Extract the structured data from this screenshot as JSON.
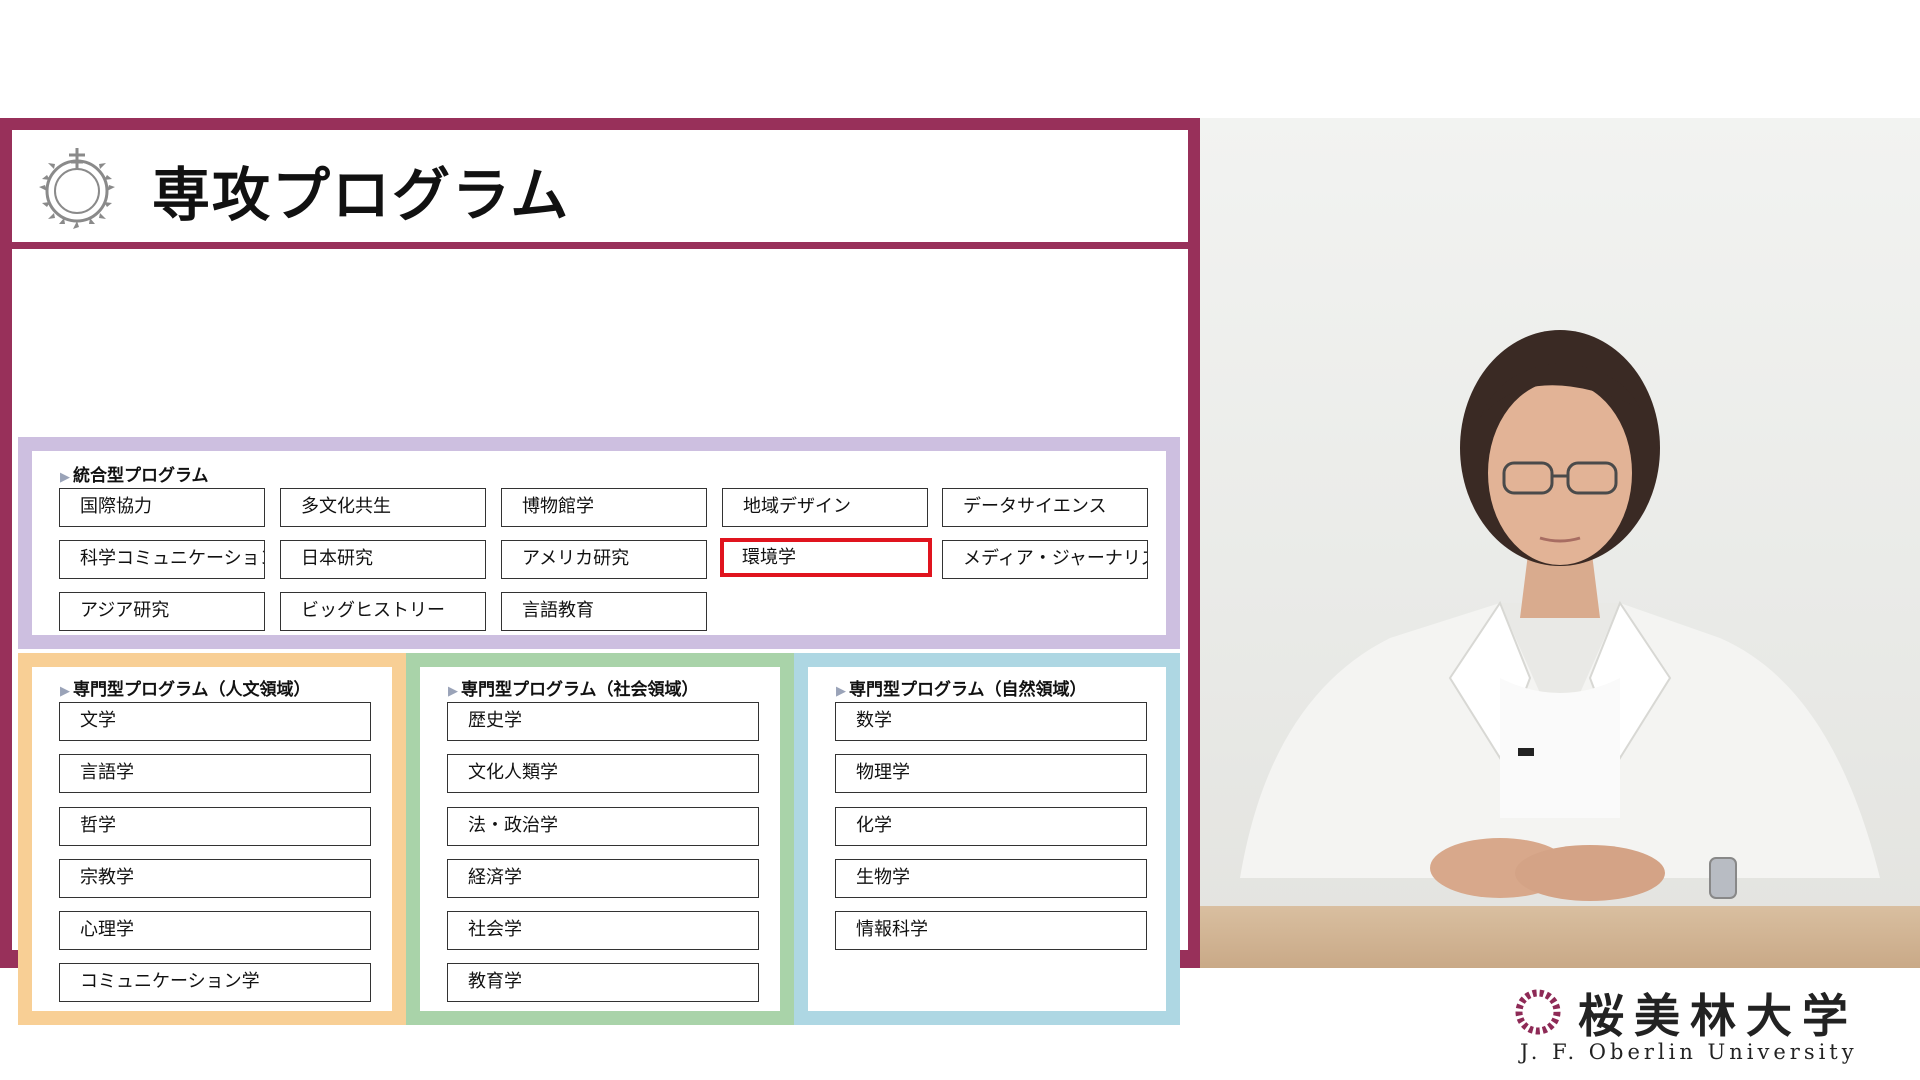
{
  "slide": {
    "title": "専攻プログラム",
    "groups": {
      "integrated": {
        "title": "統合型プログラム",
        "color": "#cdbfe0",
        "programs": [
          "国際協力",
          "多文化共生",
          "博物館学",
          "地域デザイン",
          "データサイエンス",
          "科学コミュニケーション",
          "日本研究",
          "アメリカ研究",
          "環境学",
          "メディア・ジャーナリズム",
          "アジア研究",
          "ビッグヒストリー",
          "言語教育"
        ],
        "selected": "環境学"
      },
      "humanities": {
        "title": "専門型プログラム（人文領域）",
        "color": "#f8cf95",
        "programs": [
          "文学",
          "言語学",
          "哲学",
          "宗教学",
          "心理学",
          "コミュニケーション学"
        ]
      },
      "social": {
        "title": "専門型プログラム（社会領域）",
        "color": "#a9d3a9",
        "programs": [
          "歴史学",
          "文化人類学",
          "法・政治学",
          "経済学",
          "社会学",
          "教育学"
        ]
      },
      "natural": {
        "title": "専門型プログラム（自然領域）",
        "color": "#aed7e3",
        "programs": [
          "数学",
          "物理学",
          "化学",
          "生物学",
          "情報科学"
        ]
      }
    },
    "frame_color": "#98305a",
    "selected_color": "#e0141e"
  },
  "university": {
    "name": "桜美林大学",
    "name_en": "J. F. Oberlin University",
    "brand_color": "#8e2a56"
  },
  "icons": [
    "wreath-logo-icon",
    "university-emblem-icon"
  ]
}
